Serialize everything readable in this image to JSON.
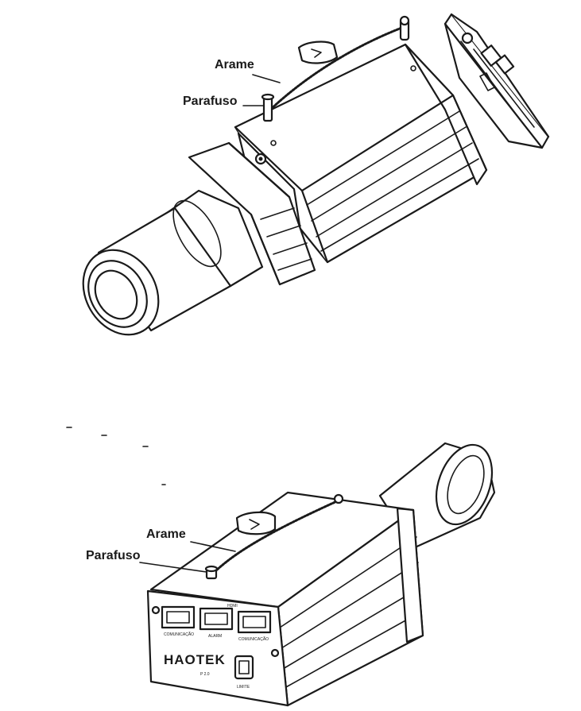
{
  "top_figure": {
    "label_wire": "Arame",
    "label_screw": "Parafuso"
  },
  "bottom_figure": {
    "label_wire": "Arame",
    "label_screw": "Parafuso",
    "brand": "HAOTEK",
    "model": "P 2.0",
    "port_labels": [
      "COMUNICAÇÃO",
      "ALARM",
      "COMUNICAÇÃO"
    ],
    "port_top_label": "HDMI",
    "usb_label": "LIMITE"
  }
}
